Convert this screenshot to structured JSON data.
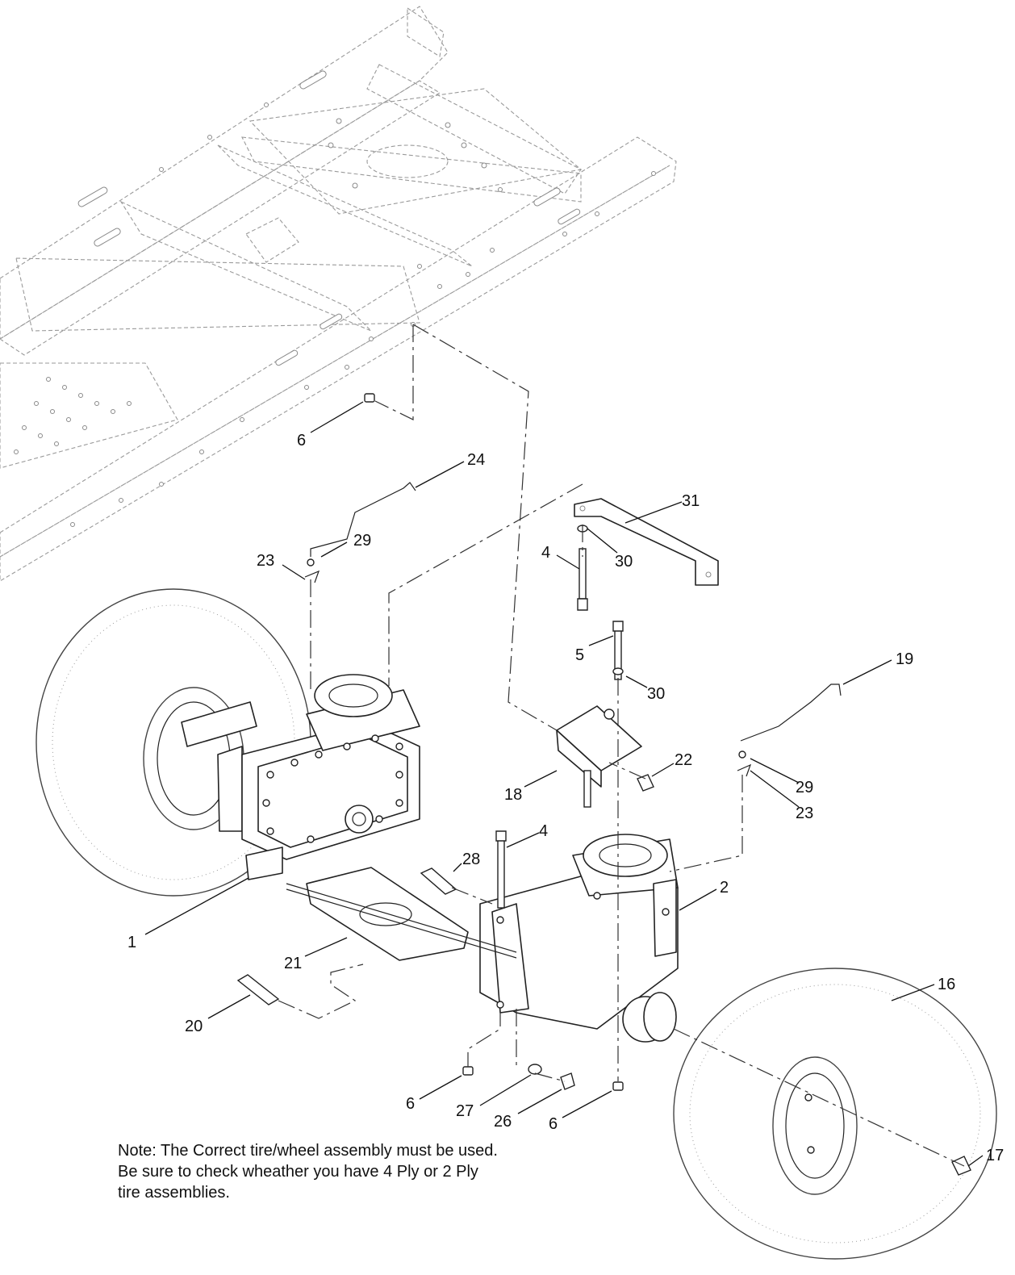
{
  "callouts": [
    {
      "id": "c1",
      "label": "1"
    },
    {
      "id": "c2",
      "label": "2"
    },
    {
      "id": "c4a",
      "label": "4"
    },
    {
      "id": "c4b",
      "label": "4"
    },
    {
      "id": "c5",
      "label": "5"
    },
    {
      "id": "c6a",
      "label": "6"
    },
    {
      "id": "c6b",
      "label": "6"
    },
    {
      "id": "c6c",
      "label": "6"
    },
    {
      "id": "c16",
      "label": "16"
    },
    {
      "id": "c17",
      "label": "17"
    },
    {
      "id": "c18",
      "label": "18"
    },
    {
      "id": "c19",
      "label": "19"
    },
    {
      "id": "c20",
      "label": "20"
    },
    {
      "id": "c21",
      "label": "21"
    },
    {
      "id": "c22",
      "label": "22"
    },
    {
      "id": "c23a",
      "label": "23"
    },
    {
      "id": "c23b",
      "label": "23"
    },
    {
      "id": "c24",
      "label": "24"
    },
    {
      "id": "c26",
      "label": "26"
    },
    {
      "id": "c27",
      "label": "27"
    },
    {
      "id": "c28",
      "label": "28"
    },
    {
      "id": "c29a",
      "label": "29"
    },
    {
      "id": "c29b",
      "label": "29"
    },
    {
      "id": "c30a",
      "label": "30"
    },
    {
      "id": "c30b",
      "label": "30"
    },
    {
      "id": "c31",
      "label": "31"
    }
  ],
  "note": {
    "lines": [
      "Note: The Correct tire/wheel assembly must be used.",
      "Be sure to check wheather you have 4 Ply or 2 Ply",
      "tire assemblies."
    ]
  }
}
